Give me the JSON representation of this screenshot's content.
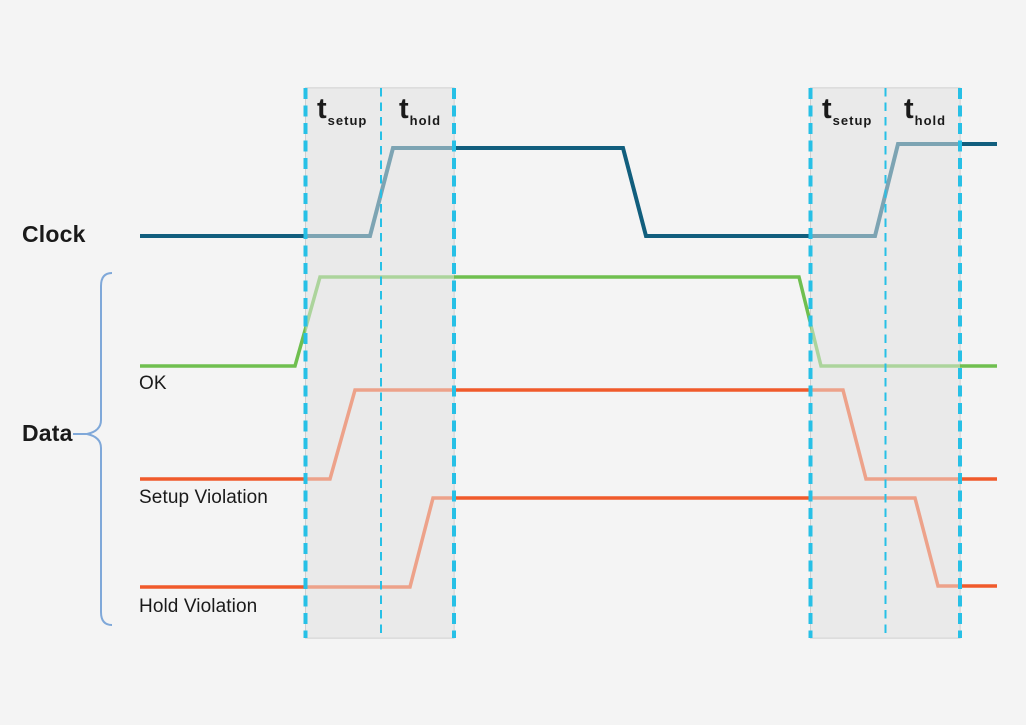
{
  "labels": {
    "clock": "Clock",
    "data": "Data",
    "ok": "OK",
    "setup_violation": "Setup Violation",
    "hold_violation": "Hold Violation"
  },
  "timing": {
    "t": "t",
    "setup": "setup",
    "hold": "hold"
  },
  "colors": {
    "background": "#F4F4F4",
    "region_fill": "#EAEAEA",
    "region_border": "#C6C6C6",
    "clock_line": "#115E7D",
    "ok_line": "#6FBF4F",
    "violation_line": "#F05A2B",
    "dashed_guide": "#27C0E6",
    "brace": "#7FA8D9",
    "text": "#1A1A1A"
  },
  "signals": [
    {
      "name": "Clock",
      "role": "clock",
      "color": "#115E7D",
      "behavior": "rising edge aligned with boundary between t_setup and t_hold windows"
    },
    {
      "name": "OK",
      "role": "data",
      "color": "#6FBF4F",
      "behavior": "transitions before the setup window begins - no violation"
    },
    {
      "name": "Setup Violation",
      "role": "data",
      "color": "#F05A2B",
      "behavior": "transitions inside the t_setup window"
    },
    {
      "name": "Hold Violation",
      "role": "data",
      "color": "#F05A2B",
      "behavior": "transitions inside the t_hold window"
    }
  ],
  "windows": [
    {
      "left_label_main": "t",
      "left_label_sub": "setup",
      "right_label_main": "t",
      "right_label_sub": "hold"
    },
    {
      "left_label_main": "t",
      "left_label_sub": "setup",
      "right_label_main": "t",
      "right_label_sub": "hold"
    }
  ]
}
